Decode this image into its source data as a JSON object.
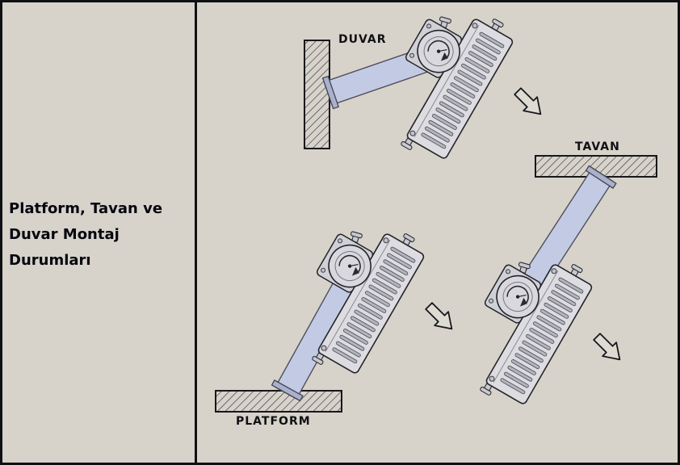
{
  "sidebar": {
    "title": "Platform, Tavan ve Duvar Montaj Durumları"
  },
  "diagram": {
    "labels": {
      "duvar": "DUVAR",
      "tavan": "TAVAN",
      "platform": "PLATFORM"
    },
    "icons": {
      "direction_arrow": "block-arrow-down-right",
      "rotation_arrow": "circular-rotation-arrow",
      "hatch": "diagonal-section-hatch"
    }
  },
  "colors": {
    "background": "#d7d3ca",
    "border": "#101014",
    "arm": "#c3cbe4",
    "fixture_body": "#dcdce1",
    "text": "#06060f"
  }
}
